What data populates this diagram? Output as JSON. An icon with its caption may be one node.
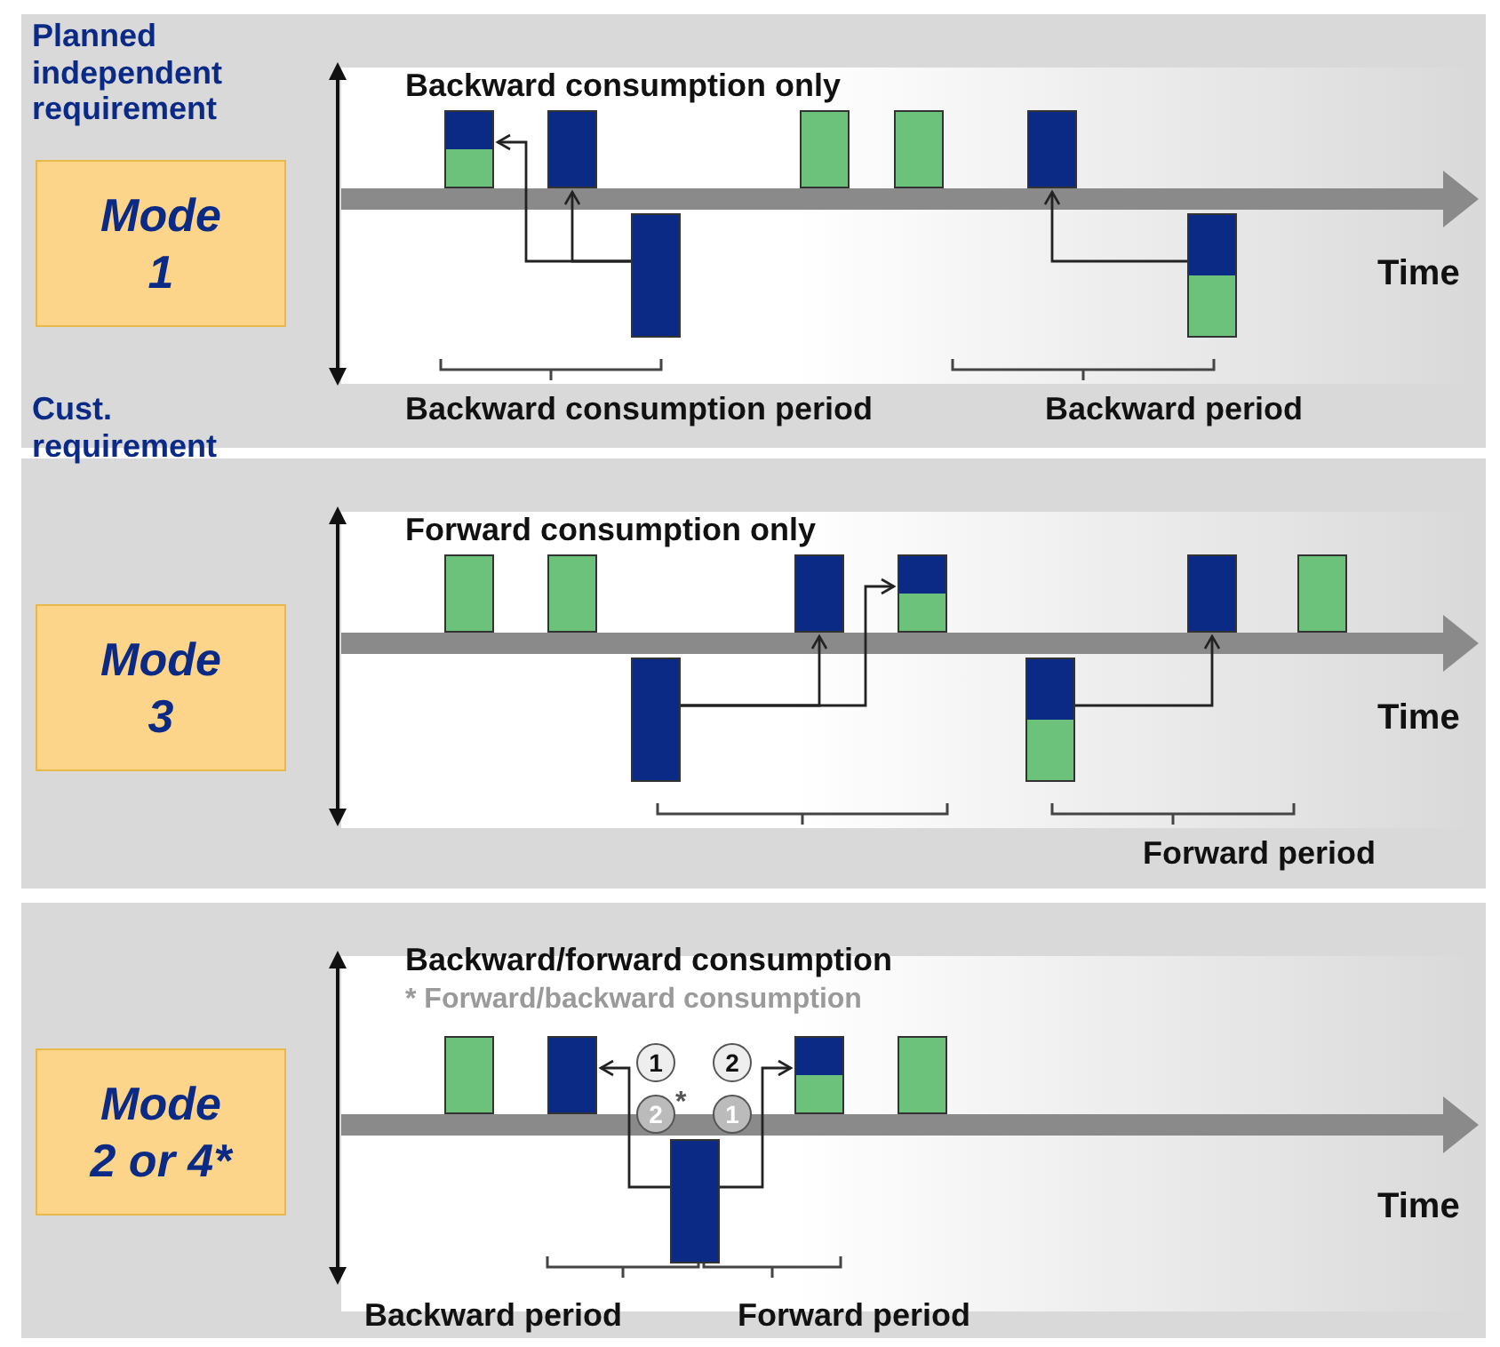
{
  "diagram": {
    "nodes": [
      {
        "text": [],
        "shape": "box"
      },
      {
        "text": [
          "Mode 1"
        ],
        "in": 0
      },
      {
        "text": [],
        "shape": "bar",
        "in": 0
      },
      {
        "text": [],
        "shape": "bar",
        "in": 0
      },
      {
        "text": [],
        "shape": "bar",
        "in": 0
      },
      {
        "text": [],
        "shape": "bar",
        "in": 0
      },
      {
        "text": [],
        "shape": "bar",
        "in": 0
      },
      {
        "text": [],
        "shape": "bar",
        "in": 0
      },
      {
        "text": [],
        "shape": "bar",
        "in": 0
      },
      {
        "text": [],
        "shape": "box"
      },
      {
        "text": [
          "Mode 3"
        ],
        "in": 9
      },
      {
        "text": [],
        "shape": "bar",
        "in": 9
      },
      {
        "text": [],
        "shape": "bar",
        "in": 9
      },
      {
        "text": [],
        "shape": "bar",
        "in": 9
      },
      {
        "text": [],
        "shape": "bar",
        "in": 9
      },
      {
        "text": [],
        "shape": "bar",
        "in": 9
      },
      {
        "text": [],
        "shape": "bar",
        "in": 9
      },
      {
        "text": [],
        "shape": "bar",
        "in": 9
      },
      {
        "text": [],
        "shape": "bar",
        "in": 9
      },
      {
        "text": [],
        "shape": "box"
      },
      {
        "text": [
          "Mode 2 or 4*"
        ],
        "in": 19
      },
      {
        "text": [],
        "shape": "bar",
        "in": 19
      },
      {
        "text": [],
        "shape": "bar",
        "in": 19
      },
      {
        "text": [],
        "shape": "bar",
        "in": 19
      },
      {
        "text": [],
        "shape": "bar",
        "in": 19
      },
      {
        "text": [],
        "shape": "bar",
        "in": 19
      }
    ],
    "edges": [
      {
        "from": 4,
        "to": 3,
        "arrow": "to"
      },
      {
        "from": 4,
        "to": 2,
        "arrow": "to"
      },
      {
        "from": 8,
        "to": 7,
        "arrow": "to"
      },
      {
        "from": 13,
        "to": 14,
        "arrow": "to"
      },
      {
        "from": 13,
        "to": 15,
        "arrow": "to"
      },
      {
        "from": 16,
        "to": 17,
        "arrow": "to"
      },
      {
        "from": 23,
        "to": 22,
        "arrow": "to"
      },
      {
        "from": 23,
        "to": 24,
        "arrow": "to"
      }
    ],
    "labels": [
      "Planned independent requirement",
      "Backward consumption only",
      "Time",
      "Cust. requirement",
      "Backward consumption period",
      "Backward period",
      "Forward consumption only",
      "Time",
      "Forward period",
      "Backward/forward consumption",
      "* Forward/backward consumption",
      "1",
      "2",
      "2",
      "*",
      "1",
      "Time",
      "Backward period",
      "Forward period"
    ]
  }
}
